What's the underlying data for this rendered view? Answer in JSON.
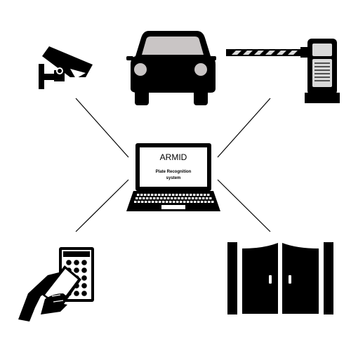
{
  "laptop": {
    "title": "ARMID",
    "subtitle_line1": "Plate Recognition",
    "subtitle_line2": "system"
  },
  "colors": {
    "ink": "#000000",
    "car_window": "#c9c5c5",
    "car_lights": "#c9c5c5",
    "barrier_panel": "#d9d9d9",
    "barrier_stripe": "#d9d9d9",
    "keypad_face": "#ffffff"
  },
  "icons": [
    "cctv-camera-icon",
    "car-icon",
    "parking-barrier-icon",
    "laptop-icon",
    "card-keypad-icon",
    "gate-icon"
  ]
}
